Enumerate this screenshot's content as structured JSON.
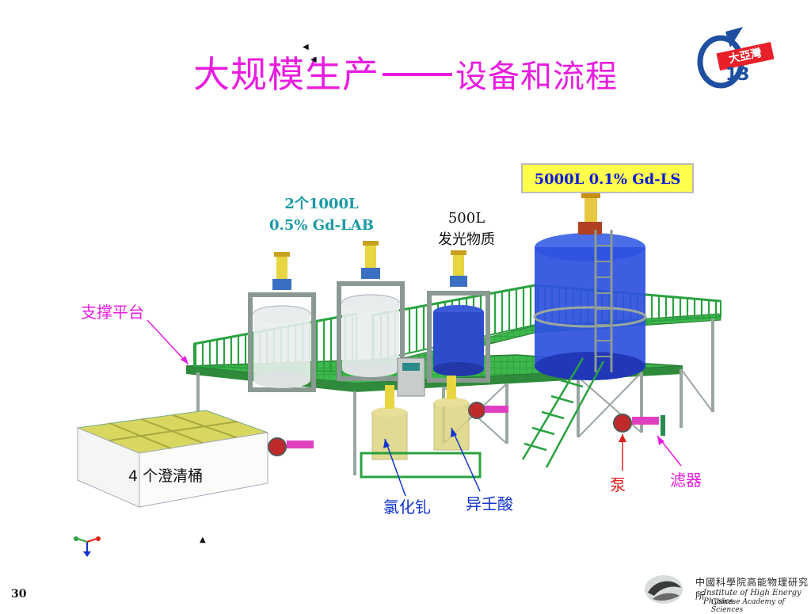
{
  "slide": {
    "title_main": "大规模生产",
    "title_sub": "设备和流程",
    "page_number": "30"
  },
  "labels": {
    "gd_ls": "5000L 0.1% Gd-LS",
    "gd_lab_line1": "2个1000L",
    "gd_lab_line2": "0.5% Gd-LAB",
    "fluor_line1": "500L",
    "fluor_line2": "发光物质",
    "platform": "支撑平台",
    "clarifier": "4 个澄清桶",
    "gdcl3": "氯化钆",
    "tmha": "异壬酸",
    "pump": "泵",
    "filter": "滤器"
  },
  "logo": {
    "banner_text": "大亞灣",
    "number": "13"
  },
  "institute": {
    "name_cn": "中國科學院高能物理研究所",
    "name_en_1": "Institute of High Energy Physics",
    "name_en_2": "Chinese Academy of Sciences"
  },
  "colors": {
    "title": "#e81de0",
    "platform_deck": "#39b54a",
    "tank_blue": "#2040d8",
    "frame": "#8a9a92"
  }
}
